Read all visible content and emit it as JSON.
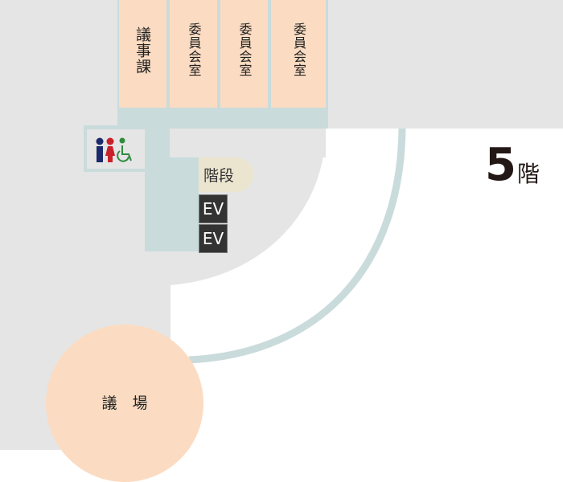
{
  "floor": {
    "number": "5",
    "label": "階"
  },
  "rooms": [
    {
      "name": "議事課"
    },
    {
      "name": "委員会室"
    },
    {
      "name": "委員会室"
    },
    {
      "name": "委員会室"
    }
  ],
  "facilities": {
    "restroom_icons": [
      "male-restroom-icon",
      "female-restroom-icon",
      "wheelchair-accessible-icon"
    ],
    "stairs_label": "階段",
    "elevators": [
      {
        "label": "EV"
      },
      {
        "label": "EV"
      }
    ]
  },
  "assembly_hall": {
    "label": "議　場"
  },
  "colors": {
    "background_grey": "#e5e5e5",
    "corridor_teal": "#cadbdb",
    "room_peach": "#fbdcc2",
    "stairs_beige": "#ebe5cf",
    "elevator_dark": "#333333",
    "male_blue": "#1c2a6b",
    "female_red": "#c9202a",
    "accessible_green": "#2e8b3d"
  }
}
